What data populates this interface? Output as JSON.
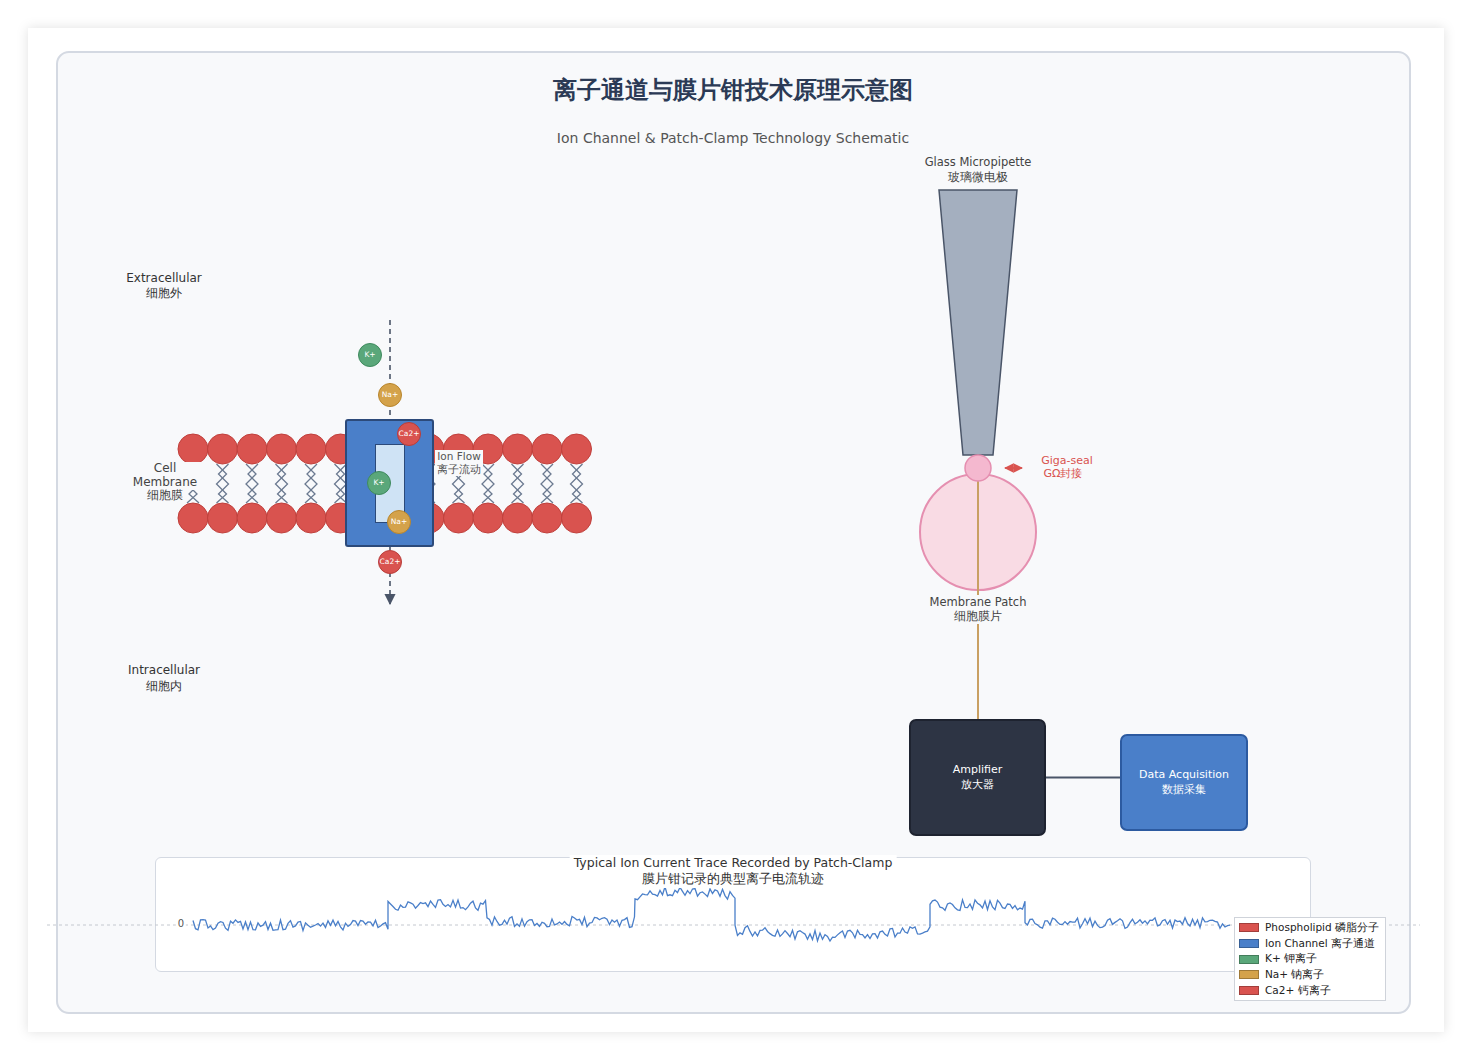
{
  "diagram": {
    "title": "离子通道与膜片钳技术原理示意图",
    "caption": "Ion Channel & Patch-Clamp Technology Schematic",
    "nodes": [
      {
        "text": [
          "K+"
        ]
      },
      {
        "text": [
          "Na+"
        ]
      },
      {
        "text": [
          "Ion Flow",
          "离子流动"
        ]
      },
      {
        "text": [
          "Ca2+"
        ],
        "in": 2
      },
      {
        "text": [
          "K+"
        ],
        "in": 2
      },
      {
        "text": [
          "Na+"
        ],
        "in": 2
      },
      {
        "text": [
          "Ca2+"
        ]
      },
      {
        "text": [
          "Glass Micropipette",
          "玻璃微电极"
        ]
      },
      {
        "text": [
          "Membrane Patch",
          "细胞膜片"
        ]
      },
      {
        "text": [
          "Amplifier",
          "放大器"
        ]
      },
      {
        "text": [
          "Data Acquisition",
          "数据采集"
        ]
      },
      {
        "text": [
          "Typical Ion Current Trace Recorded by Patch-Clamp",
          "膜片钳记录的典型离子电流轨迹"
        ]
      }
    ],
    "edges": [
      {
        "from": 8,
        "to": 9,
        "arrow": "none"
      },
      {
        "from": 9,
        "to": 10,
        "arrow": "none"
      }
    ],
    "labels": [
      "Extracellular",
      "细胞外",
      "Cell Membrane",
      "细胞膜",
      "Intracellular",
      "细胞内",
      "Giga-seal",
      "GΩ封接",
      "0"
    ],
    "legend": [
      {
        "text": "Phospholipid 磷脂分子",
        "color": "#d9534f"
      },
      {
        "text": "Ion Channel 离子通道",
        "color": "#4a7fc9"
      },
      {
        "text": "K+ 钾离子",
        "color": "#5aa77a"
      },
      {
        "text": "Na+ 钠离子",
        "color": "#d4a24a"
      },
      {
        "text": "Ca2+ 钙离子",
        "color": "#d9534f"
      }
    ]
  }
}
